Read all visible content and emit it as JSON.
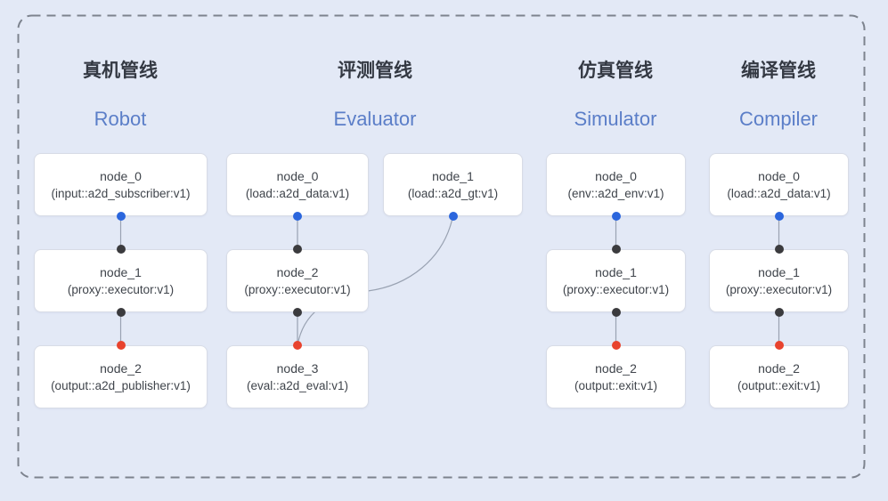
{
  "diagram": {
    "pipelines": [
      {
        "title_zh": "真机管线",
        "title_en": "Robot",
        "nodes": [
          {
            "name": "node_0",
            "type": "(input::a2d_subscriber:v1)"
          },
          {
            "name": "node_1",
            "type": "(proxy::executor:v1)"
          },
          {
            "name": "node_2",
            "type": "(output::a2d_publisher:v1)"
          }
        ]
      },
      {
        "title_zh": "评测管线",
        "title_en": "Evaluator",
        "nodes": [
          {
            "name": "node_0",
            "type": "(load::a2d_data:v1)"
          },
          {
            "name": "node_1",
            "type": "(load::a2d_gt:v1)"
          },
          {
            "name": "node_2",
            "type": "(proxy::executor:v1)"
          },
          {
            "name": "node_3",
            "type": "(eval::a2d_eval:v1)"
          }
        ]
      },
      {
        "title_zh": "仿真管线",
        "title_en": "Simulator",
        "nodes": [
          {
            "name": "node_0",
            "type": "(env::a2d_env:v1)"
          },
          {
            "name": "node_1",
            "type": "(proxy::executor:v1)"
          },
          {
            "name": "node_2",
            "type": "(output::exit:v1)"
          }
        ]
      },
      {
        "title_zh": "编译管线",
        "title_en": "Compiler",
        "nodes": [
          {
            "name": "node_0",
            "type": "(load::a2d_data:v1)"
          },
          {
            "name": "node_1",
            "type": "(proxy::executor:v1)"
          },
          {
            "name": "node_2",
            "type": "(output::exit:v1)"
          }
        ]
      }
    ],
    "colors": {
      "background": "#e3e9f6",
      "dashed_border": "#7d838e",
      "title_zh": "#343943",
      "title_en": "#5b7ec8",
      "node_bg": "#ffffff",
      "node_border": "#d8dce6",
      "node_text": "#3f444b",
      "edge": "#99a2b2",
      "port_output_blue": "#2b66dd",
      "port_mid_black": "#3b3b3e",
      "port_sink_red": "#e8432e"
    }
  }
}
